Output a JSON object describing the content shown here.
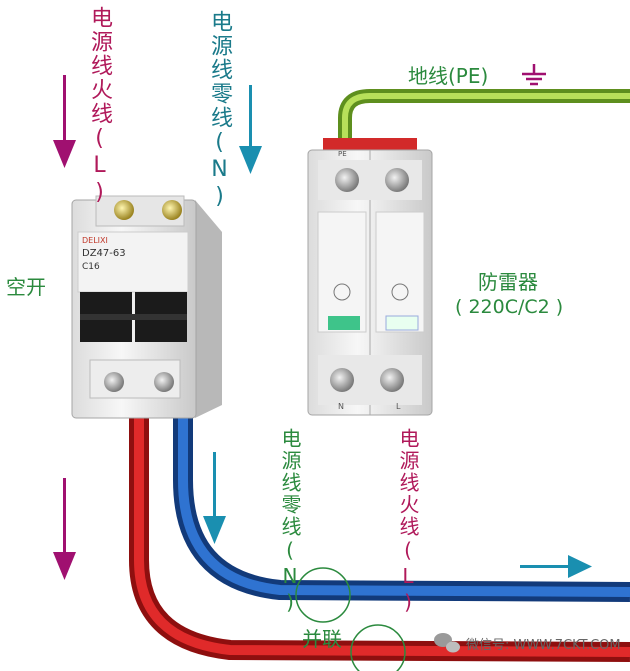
{
  "labels": {
    "top_live": "电源线火线(L)",
    "top_neutral": "电源线零线(N)",
    "ground": "地线(PE)",
    "breaker": "空开",
    "spd_name": "防雷器",
    "spd_model": "( 220C/C2 )",
    "bottom_neutral": "电源线零线(N)",
    "bottom_live": "电源线火线(L)",
    "parallel": "并联",
    "watermark": "微信号: WWW.7CKT.COM"
  },
  "breaker_text": {
    "brand": "DELIXI",
    "model": "DZ47-63",
    "rating": "C16"
  },
  "spd_terminals": {
    "top_left": "PE",
    "bottom_left": "N",
    "bottom_right": "L"
  },
  "colors": {
    "live_wire": "#d42020",
    "neutral_wire": "#1f5fbf",
    "ground_wire": "#8cc63f",
    "live_label": "#b0195a",
    "neutral_label": "#1a7a8a",
    "green_label": "#2b8a3e",
    "arrow_magenta": "#a01070",
    "arrow_teal": "#1a8fb0"
  }
}
